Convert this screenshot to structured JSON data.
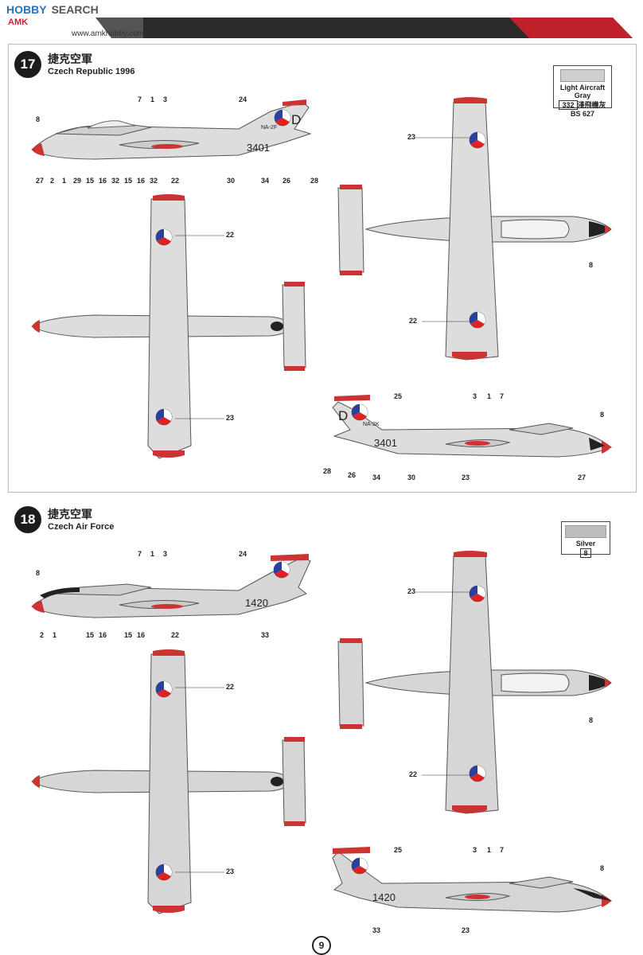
{
  "header": {
    "brand": "HOBBY",
    "brand_search": "SEARCH",
    "brand_sub": "AMK",
    "url": "www.amkhobby.com"
  },
  "scheme17": {
    "number": "17",
    "title_cn": "捷克空軍",
    "title_en": "Czech Republic 1996",
    "color": {
      "name": "Light Aircraft Gray",
      "code": "332",
      "cn": "淺飛機灰",
      "bs": "BS 627"
    },
    "serial": "3401",
    "tail_letter": "D",
    "nose_code": "NA-2F",
    "nose_code_alt": "NA-2K",
    "side_labels_top": [
      "7",
      "1",
      "3",
      "24"
    ],
    "side_labels_bottom": [
      "27",
      "2",
      "1",
      "29",
      "15",
      "16",
      "32",
      "15",
      "16",
      "32",
      "22",
      "30",
      "34",
      "26",
      "28"
    ],
    "side_label_nose": "8",
    "under_labels": [
      "22",
      "23"
    ],
    "top_labels": [
      "23",
      "8",
      "22"
    ],
    "right_side_top": [
      "25",
      "3",
      "1",
      "7",
      "8"
    ],
    "right_side_bottom": [
      "28",
      "26",
      "34",
      "30",
      "23",
      "27"
    ]
  },
  "scheme18": {
    "number": "18",
    "title_cn": "捷克空軍",
    "title_en": "Czech Air Force",
    "color": {
      "name": "Silver",
      "code": "8"
    },
    "serial": "1420",
    "side_labels_top": [
      "7",
      "1",
      "3",
      "24"
    ],
    "side_label_nose": "8",
    "side_labels_bottom": [
      "2",
      "1",
      "15",
      "16",
      "15",
      "16",
      "22",
      "33"
    ],
    "under_labels": [
      "22",
      "23"
    ],
    "top_labels": [
      "23",
      "8",
      "22"
    ],
    "right_side_top": [
      "25",
      "3",
      "1",
      "7",
      "8"
    ],
    "right_side_bottom": [
      "33",
      "23"
    ]
  },
  "page_number": "9"
}
